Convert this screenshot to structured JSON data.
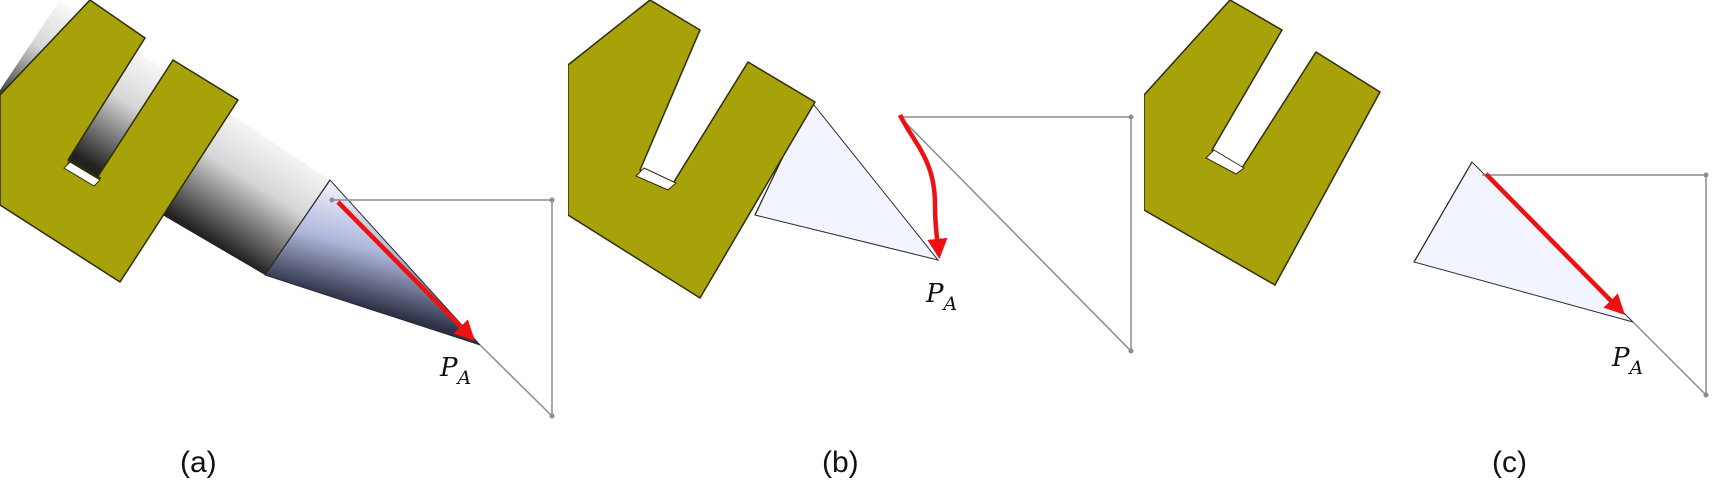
{
  "panels": [
    {
      "caption": "(a)",
      "point_label": "P",
      "point_subscript": "A"
    },
    {
      "caption": "(b)",
      "point_label": "P",
      "point_subscript": "A"
    },
    {
      "caption": "(c)",
      "point_label": "P",
      "point_subscript": "A"
    }
  ],
  "colors": {
    "bracket": "#a8a20a",
    "bracket_stroke": "#2f2d06",
    "arrow": "#ee1111",
    "guide_line": "#8c8c8c",
    "cone_light": "#eef1ff",
    "cone_dark": "#3b3f58"
  }
}
